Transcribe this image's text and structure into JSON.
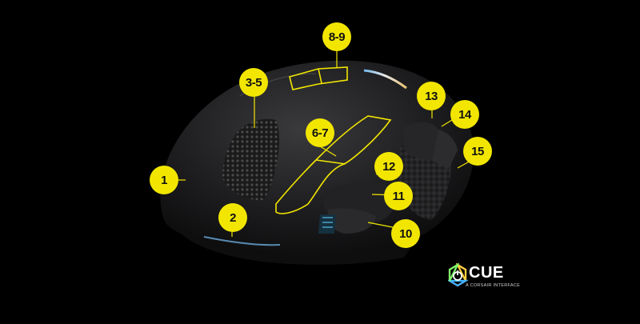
{
  "callouts": [
    {
      "id": "1",
      "label": "1"
    },
    {
      "id": "2",
      "label": "2"
    },
    {
      "id": "3-5",
      "label": "3-5"
    },
    {
      "id": "6-7",
      "label": "6-7"
    },
    {
      "id": "8-9",
      "label": "8-9"
    },
    {
      "id": "10",
      "label": "10"
    },
    {
      "id": "11",
      "label": "11"
    },
    {
      "id": "12",
      "label": "12"
    },
    {
      "id": "13",
      "label": "13"
    },
    {
      "id": "14",
      "label": "14"
    },
    {
      "id": "15",
      "label": "15"
    }
  ],
  "logo": {
    "name": "CUE",
    "tagline": "A CORSAIR INTERFACE"
  },
  "colors": {
    "background": "#000000",
    "callout": "#f2e600",
    "mouse_body": "#1c1c1e",
    "accent_light": "#7fd6ff"
  }
}
